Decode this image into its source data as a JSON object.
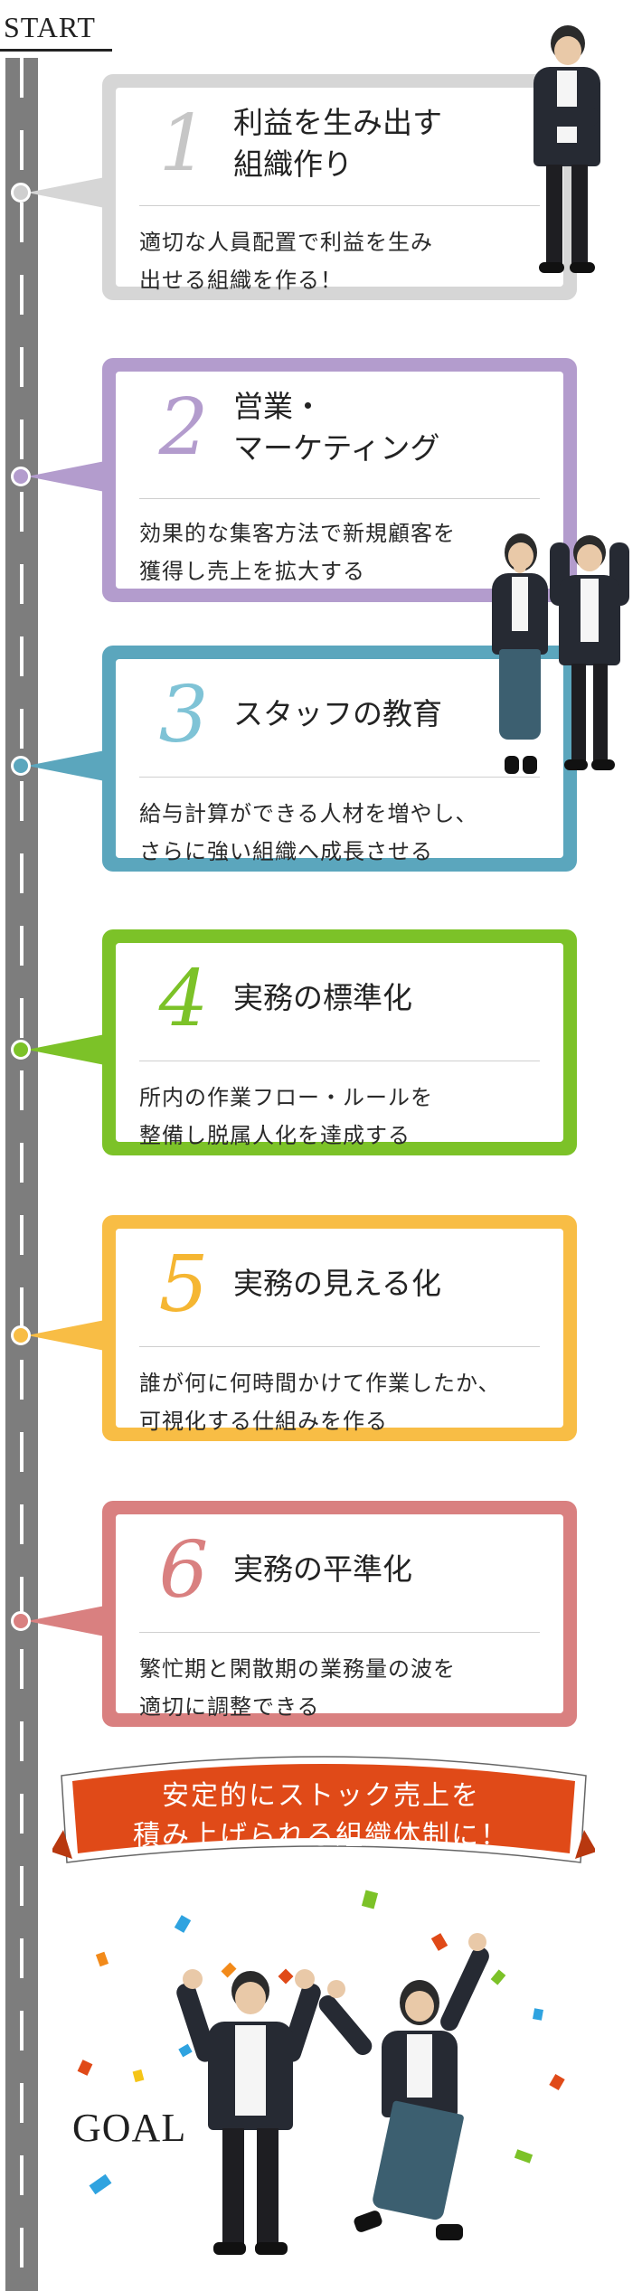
{
  "start_label": "START",
  "goal_label": "GOAL",
  "steps": [
    {
      "number": "1",
      "title": "利益を生み出す\n組織作り",
      "description": "適切な人員配置で利益を生み\n出せる組織を作る！",
      "color": "#d6d6d6"
    },
    {
      "number": "2",
      "title": "営業・\nマーケティング",
      "description": "効果的な集客方法で新規顧客を\n獲得し売上を拡大する",
      "color": "#b39ccd"
    },
    {
      "number": "3",
      "title": "スタッフの教育",
      "description": "給与計算ができる人材を増やし、\nさらに強い組織へ成長させる",
      "color": "#5ba6bd"
    },
    {
      "number": "4",
      "title": "実務の標準化",
      "description": "所内の作業フロー・ルールを\n整備し脱属人化を達成する",
      "color": "#7cc228"
    },
    {
      "number": "5",
      "title": "実務の見える化",
      "description": "誰が何に何時間かけて作業したか、\n可視化する仕組みを作る",
      "color": "#f8bd45"
    },
    {
      "number": "6",
      "title": "実務の平準化",
      "description": "繁忙期と閑散期の業務量の波を\n適切に調整できる",
      "color": "#d98080"
    }
  ],
  "banner": {
    "text": "安定的にストック売上を\n積み上げられる組織体制に！",
    "color": "#e04a18"
  }
}
